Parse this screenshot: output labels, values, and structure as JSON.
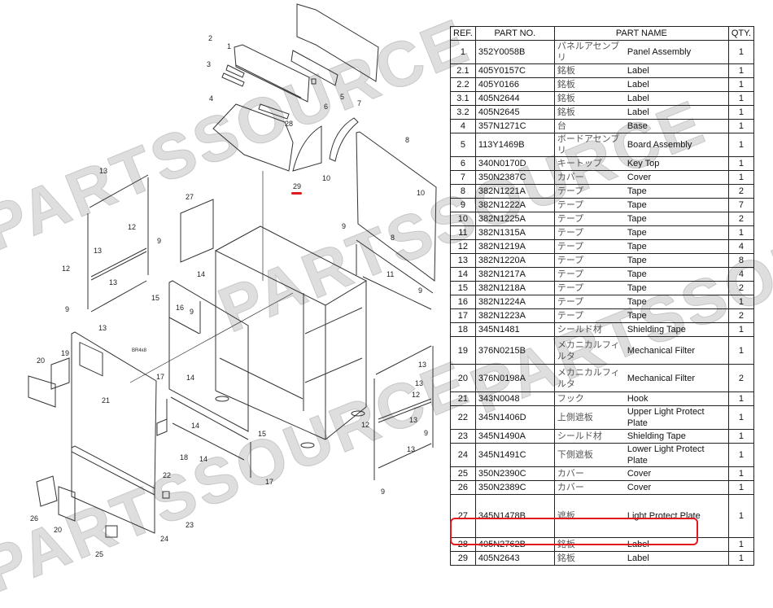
{
  "watermark": "PARTSSOURCE",
  "table": {
    "headers": {
      "ref": "REF.",
      "part_no": "PART NO.",
      "part_name": "PART NAME",
      "qty": "QTY."
    },
    "rows": [
      {
        "ref": "1",
        "part_no": "352Y0058B",
        "jp": "パネルアセンブリ",
        "en": "Panel Assembly",
        "qty": "1"
      },
      {
        "ref": "2.1",
        "part_no": "405Y0157C",
        "jp": "銘板",
        "en": "Label",
        "qty": "1"
      },
      {
        "ref": "2.2",
        "part_no": "405Y0166",
        "jp": "銘板",
        "en": "Label",
        "qty": "1"
      },
      {
        "ref": "3.1",
        "part_no": "405N2644",
        "jp": "銘板",
        "en": "Label",
        "qty": "1"
      },
      {
        "ref": "3.2",
        "part_no": "405N2645",
        "jp": "銘板",
        "en": "Label",
        "qty": "1"
      },
      {
        "ref": "4",
        "part_no": "357N1271C",
        "jp": "台",
        "en": "Base",
        "qty": "1"
      },
      {
        "ref": "5",
        "part_no": "113Y1469B",
        "jp": "ボードアセンブリ",
        "en": "Board Assembly",
        "qty": "1"
      },
      {
        "ref": "6",
        "part_no": "340N0170D",
        "jp": "キートップ",
        "en": "Key Top",
        "qty": "1"
      },
      {
        "ref": "7",
        "part_no": "350N2387C",
        "jp": "カバー",
        "en": "Cover",
        "qty": "1"
      },
      {
        "ref": "8",
        "part_no": "382N1221A",
        "jp": "テープ",
        "en": "Tape",
        "qty": "2"
      },
      {
        "ref": "9",
        "part_no": "382N1222A",
        "jp": "テープ",
        "en": "Tape",
        "qty": "7"
      },
      {
        "ref": "10",
        "part_no": "382N1225A",
        "jp": "テープ",
        "en": "Tape",
        "qty": "2"
      },
      {
        "ref": "11",
        "part_no": "382N1315A",
        "jp": "テープ",
        "en": "Tape",
        "qty": "1"
      },
      {
        "ref": "12",
        "part_no": "382N1219A",
        "jp": "テープ",
        "en": "Tape",
        "qty": "4"
      },
      {
        "ref": "13",
        "part_no": "382N1220A",
        "jp": "テープ",
        "en": "Tape",
        "qty": "8"
      },
      {
        "ref": "14",
        "part_no": "382N1217A",
        "jp": "テープ",
        "en": "Tape",
        "qty": "4"
      },
      {
        "ref": "15",
        "part_no": "382N1218A",
        "jp": "テープ",
        "en": "Tape",
        "qty": "2"
      },
      {
        "ref": "16",
        "part_no": "382N1224A",
        "jp": "テープ",
        "en": "Tape",
        "qty": "1"
      },
      {
        "ref": "17",
        "part_no": "382N1223A",
        "jp": "テープ",
        "en": "Tape",
        "qty": "2"
      },
      {
        "ref": "18",
        "part_no": "345N1481",
        "jp": "シールド材",
        "en": "Shielding Tape",
        "qty": "1"
      },
      {
        "ref": "19",
        "part_no": "376N0215B",
        "jp": "メカニカルフィルタ",
        "en": "Mechanical Filter",
        "qty": "1"
      },
      {
        "ref": "20",
        "part_no": "376N0198A",
        "jp": "メカニカルフィルタ",
        "en": "Mechanical Filter",
        "qty": "2"
      },
      {
        "ref": "21",
        "part_no": "343N0048",
        "jp": "フック",
        "en": "Hook",
        "qty": "1"
      },
      {
        "ref": "22",
        "part_no": "345N1406D",
        "jp": "上側遮板",
        "en": "Upper Light Protect Plate",
        "qty": "1"
      },
      {
        "ref": "23",
        "part_no": "345N1490A",
        "jp": "シールド材",
        "en": "Shielding Tape",
        "qty": "1"
      },
      {
        "ref": "24",
        "part_no": "345N1491C",
        "jp": "下側遮板",
        "en": "Lower Light Protect Plate",
        "qty": "1"
      },
      {
        "ref": "25",
        "part_no": "350N2390C",
        "jp": "カバー",
        "en": "Cover",
        "qty": "1"
      },
      {
        "ref": "26",
        "part_no": "350N2389C",
        "jp": "カバー",
        "en": "Cover",
        "qty": "1"
      },
      {
        "ref": "27",
        "part_no": "345N1478B",
        "jp": "遮板",
        "en": "Light Protect Plate",
        "qty": "1"
      },
      {
        "ref": "28",
        "part_no": "405N2762B",
        "jp": "銘板",
        "en": "Label",
        "qty": "1"
      },
      {
        "ref": "29",
        "part_no": "405N2643",
        "jp": "銘板",
        "en": "Label",
        "qty": "1"
      }
    ]
  },
  "diagram": {
    "callouts": [
      "1",
      "2",
      "3",
      "4",
      "5",
      "6",
      "7",
      "28",
      "29",
      "8",
      "10",
      "10",
      "27",
      "13",
      "12",
      "9",
      "12",
      "13",
      "13",
      "9",
      "13",
      "9",
      "8",
      "11",
      "9",
      "14",
      "15",
      "16",
      "9",
      "19",
      "20",
      "21",
      "17",
      "14",
      "14",
      "14",
      "15",
      "17",
      "18",
      "22",
      "23",
      "24",
      "25",
      "26",
      "20",
      "13",
      "12",
      "13",
      "12",
      "9",
      "13",
      "13",
      "9"
    ],
    "screw_label": "BR4x8",
    "highlight_ref": "29"
  },
  "colors": {
    "highlight": "#e0191f"
  }
}
